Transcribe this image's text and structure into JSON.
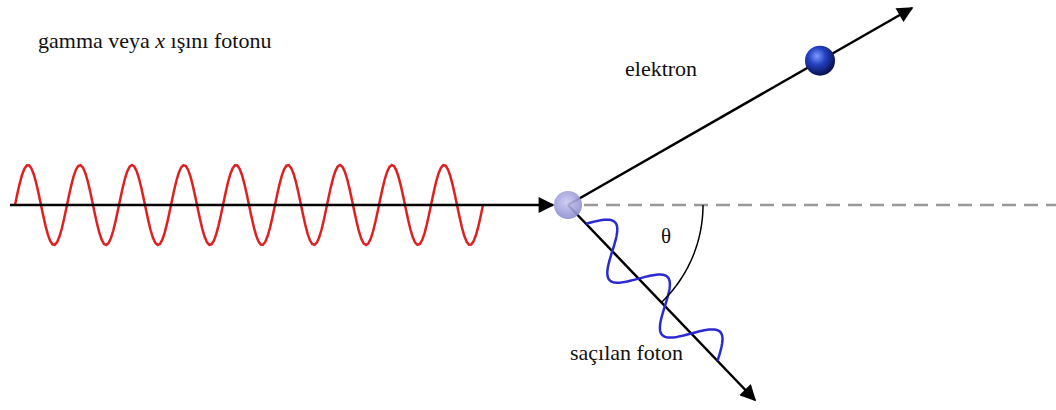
{
  "diagram": {
    "labels": [
      "gamma veya x ışını fotonu",
      "elektron",
      "θ",
      "saçılan foton"
    ]
  }
}
